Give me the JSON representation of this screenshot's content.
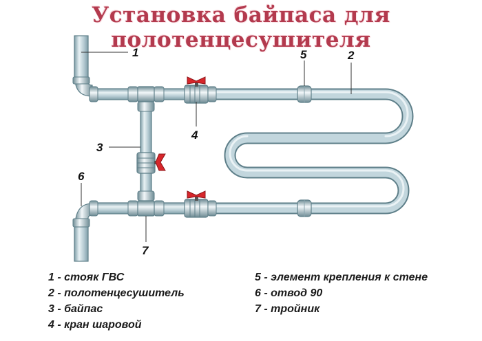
{
  "title": "Установка байпаса для полотенцесушителя",
  "callouts": [
    "1",
    "2",
    "3",
    "4",
    "5",
    "6",
    "7"
  ],
  "legend": {
    "left": [
      "1 - стояк ГВС",
      "2 - полотенцесушитель",
      "3 - байпас",
      "4 - кран шаровой"
    ],
    "right": [
      "5 - элемент крепления к стене",
      "6 - отвод 90",
      "7 - тройник"
    ]
  },
  "colors": {
    "title": "#b33a4e",
    "pipe": "#b9cfd7",
    "pipe_outline": "#5e7f89",
    "valve_handle": "#d7262b"
  }
}
